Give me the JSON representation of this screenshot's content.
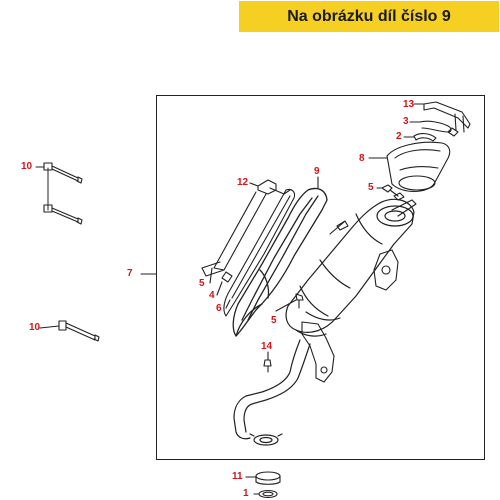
{
  "header": {
    "title": "Na obrázku díl číslo 9"
  },
  "callouts": [
    "13",
    "3",
    "2",
    "8",
    "10",
    "9",
    "12",
    "5",
    "7",
    "5",
    "4",
    "6",
    "5",
    "10",
    "14",
    "11",
    "1"
  ],
  "colors": {
    "callout": "#d0161b",
    "banner": "#f5cf22",
    "line": "#222222"
  }
}
